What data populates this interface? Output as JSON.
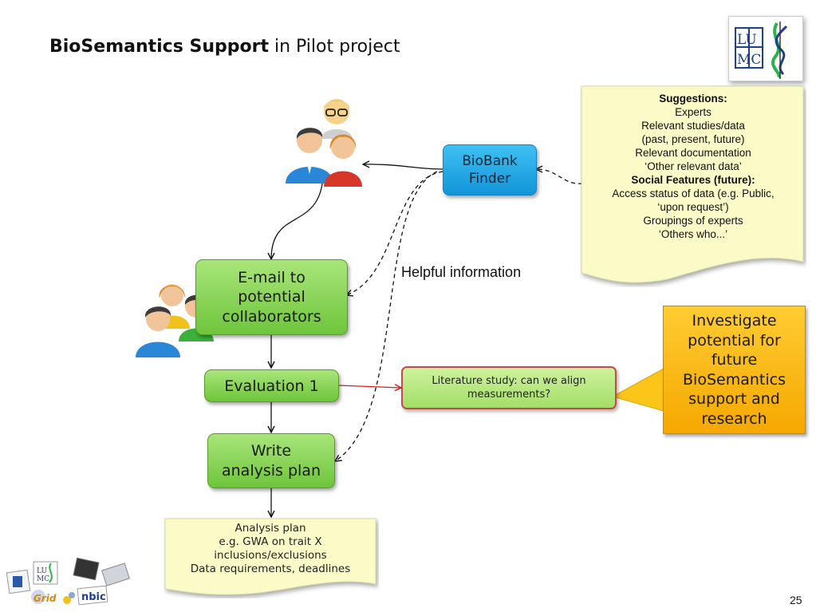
{
  "title": {
    "bold": "BioSemantics Support",
    "rest": " in Pilot project"
  },
  "biobank": {
    "line1": "BioBank",
    "line2": "Finder"
  },
  "suggestions": {
    "heading": "Suggestions:",
    "lines": [
      "Experts",
      "Relevant studies/data",
      "(past, present, future)",
      "Relevant documentation",
      "‘Other relevant data’"
    ],
    "social_heading": "Social Features (future):",
    "social_lines": [
      "Access status of data (e.g. Public,",
      "‘upon request’)",
      "Groupings of experts",
      "‘Others who...’"
    ]
  },
  "email_box": {
    "line1": "E-mail to",
    "line2": "potential",
    "line3": "collaborators"
  },
  "helpful": "Helpful information",
  "evaluation": "Evaluation 1",
  "literature": {
    "line1": "Literature study: can we align",
    "line2": "measurements?"
  },
  "investigate": {
    "lines": [
      "Investigate",
      "potential for",
      "future",
      "BioSemantics",
      "support and",
      "research"
    ]
  },
  "write_plan": {
    "line1": "Write",
    "line2": "analysis plan"
  },
  "analysis_plan": {
    "line1": "Analysis plan",
    "line2": "e.g. GWA on trait X",
    "line3": "inclusions/exclusions",
    "line4": "Data requirements, deadlines"
  },
  "logo": {
    "l1": "LU",
    "l2": "MC"
  },
  "bottom_logos": {
    "grid": "Grid",
    "nbic": "nbic"
  },
  "page_number": "25",
  "colors": {
    "green": "#7ccd48",
    "blue": "#1ea6e4",
    "orange": "#f8b400",
    "note": "#fbfbc8",
    "arrow_red": "#d02020"
  }
}
